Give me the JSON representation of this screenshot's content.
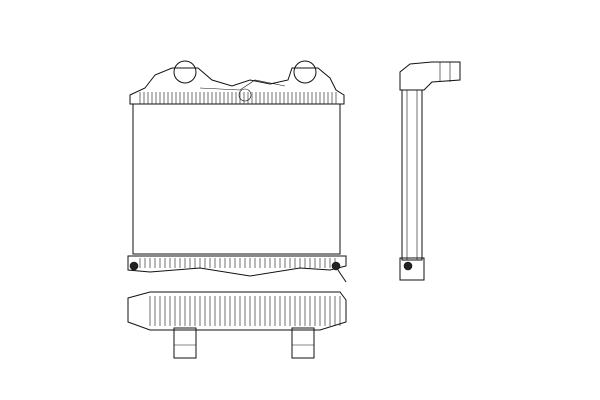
{
  "drawing": {
    "views": [
      "front-view",
      "side-view",
      "bottom-view"
    ],
    "line_color": "#111111",
    "background": "#ffffff"
  }
}
